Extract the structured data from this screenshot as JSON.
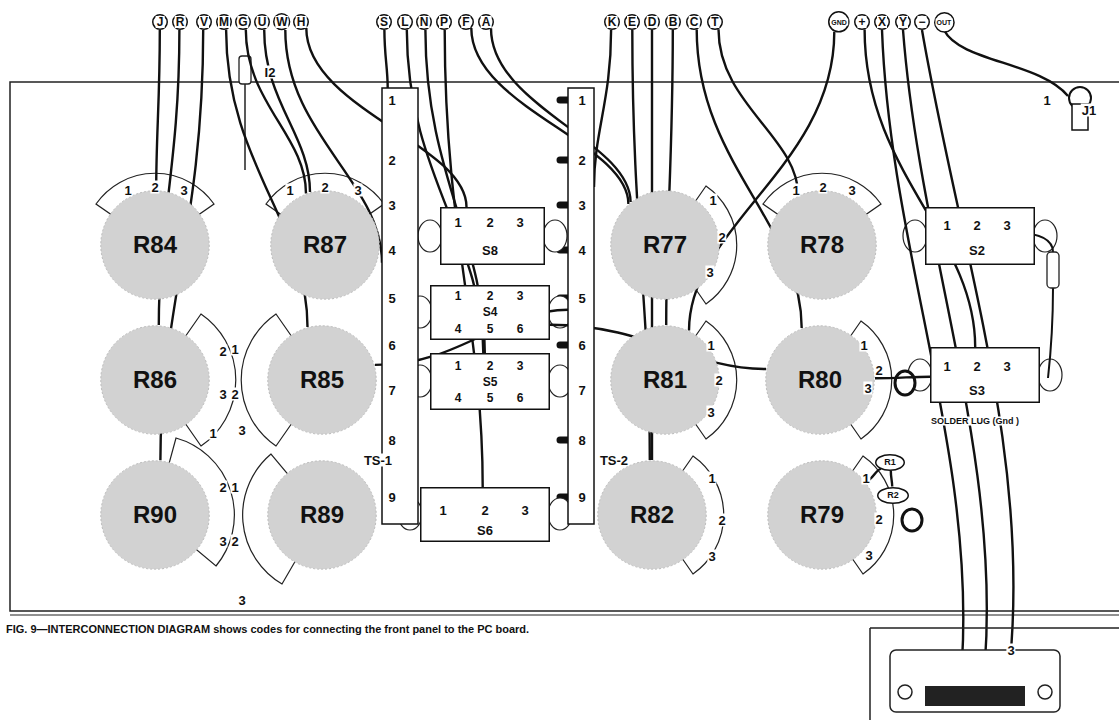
{
  "diagram": {
    "caption": "FIG. 9—INTERCONNECTION DIAGRAM shows codes for connecting the front panel to the PC board.",
    "nodes": [
      {
        "text": [
          "J"
        ]
      },
      {
        "text": [
          "R"
        ]
      },
      {
        "text": [
          "V"
        ]
      },
      {
        "text": [
          "M"
        ]
      },
      {
        "text": [
          "G"
        ]
      },
      {
        "text": [
          "U"
        ]
      },
      {
        "text": [
          "W"
        ]
      },
      {
        "text": [
          "H"
        ]
      },
      {
        "text": [
          "S"
        ]
      },
      {
        "text": [
          "L"
        ]
      },
      {
        "text": [
          "N"
        ]
      },
      {
        "text": [
          "P"
        ]
      },
      {
        "text": [
          "F"
        ]
      },
      {
        "text": [
          "A"
        ]
      },
      {
        "text": [
          "K"
        ]
      },
      {
        "text": [
          "E"
        ]
      },
      {
        "text": [
          "D"
        ]
      },
      {
        "text": [
          "B"
        ]
      },
      {
        "text": [
          "C"
        ]
      },
      {
        "text": [
          "T"
        ]
      },
      {
        "text": [
          "GND"
        ]
      },
      {
        "text": [
          "+"
        ]
      },
      {
        "text": [
          "X"
        ]
      },
      {
        "text": [
          "Y"
        ]
      },
      {
        "text": [
          "−"
        ]
      },
      {
        "text": [
          "OUT"
        ]
      },
      {
        "text": [
          "1",
          "2",
          "3",
          "4",
          "5",
          "6",
          "7",
          "8",
          "9",
          "TS-1"
        ]
      },
      {
        "text": [
          "1",
          "2",
          "3",
          "4",
          "5",
          "6",
          "7",
          "8",
          "9",
          "TS-2"
        ]
      },
      {
        "text": [
          "R84"
        ]
      },
      {
        "text": [
          "R87"
        ]
      },
      {
        "text": [
          "1",
          "2",
          "3",
          "S8"
        ]
      },
      {
        "text": [
          "R77"
        ]
      },
      {
        "text": [
          "R78"
        ]
      },
      {
        "text": [
          "1",
          "2",
          "3",
          "S2"
        ]
      },
      {
        "text": [
          "1",
          "2",
          "3",
          "S4",
          "4",
          "5",
          "6"
        ]
      },
      {
        "text": [
          "R86"
        ]
      },
      {
        "text": [
          "R85"
        ]
      },
      {
        "text": [
          "1",
          "2",
          "3",
          "S5",
          "4",
          "5",
          "6"
        ]
      },
      {
        "text": [
          "R81"
        ]
      },
      {
        "text": [
          "R80"
        ]
      },
      {
        "text": [
          "1",
          "2",
          "3",
          "S3"
        ]
      },
      {
        "text": [
          "R90"
        ]
      },
      {
        "text": [
          "R89"
        ]
      },
      {
        "text": [
          "1",
          "2",
          "3",
          "S6"
        ]
      },
      {
        "text": [
          "R82"
        ]
      },
      {
        "text": [
          "R79"
        ]
      },
      {
        "text": [
          "R1"
        ]
      },
      {
        "text": [
          "R2"
        ]
      }
    ],
    "edges": [
      {
        "from": 0,
        "to": 28,
        "arrow": "none"
      },
      {
        "from": 1,
        "to": 35,
        "arrow": "none"
      },
      {
        "from": 2,
        "to": 41,
        "arrow": "none"
      },
      {
        "from": 3,
        "to": 36,
        "arrow": "none"
      },
      {
        "from": 4,
        "to": 29,
        "arrow": "none"
      },
      {
        "from": 5,
        "to": 29,
        "arrow": "none"
      },
      {
        "from": 6,
        "to": 26,
        "arrow": "none"
      },
      {
        "from": 7,
        "to": 30,
        "arrow": "none"
      },
      {
        "from": 8,
        "to": 26,
        "arrow": "none"
      },
      {
        "from": 9,
        "to": 37,
        "arrow": "none"
      },
      {
        "from": 10,
        "to": 37,
        "arrow": "none"
      },
      {
        "from": 11,
        "to": 43,
        "arrow": "none"
      },
      {
        "from": 12,
        "to": 31,
        "arrow": "none"
      },
      {
        "from": 13,
        "to": 31,
        "arrow": "none"
      },
      {
        "from": 14,
        "to": 27,
        "arrow": "none"
      },
      {
        "from": 15,
        "to": 44,
        "arrow": "none"
      },
      {
        "from": 16,
        "to": 44,
        "arrow": "none"
      },
      {
        "from": 17,
        "to": 38,
        "arrow": "none"
      },
      {
        "from": 18,
        "to": 39,
        "arrow": "none"
      },
      {
        "from": 19,
        "to": 32,
        "arrow": "none"
      },
      {
        "from": 20,
        "to": 38,
        "arrow": "none"
      },
      {
        "from": 21,
        "to": 40,
        "arrow": "none"
      },
      {
        "from": 36,
        "to": 27,
        "arrow": "none"
      },
      {
        "from": 34,
        "to": 39,
        "arrow": "none"
      },
      {
        "from": 39,
        "to": 40,
        "arrow": "none"
      },
      {
        "from": 45,
        "to": 46,
        "arrow": "none"
      },
      {
        "from": 46,
        "to": 47,
        "arrow": "none"
      }
    ],
    "labels": [
      "1",
      "2",
      "3",
      "1",
      "2",
      "3",
      "I2",
      "1",
      "2",
      "3",
      "1",
      "2",
      "3",
      "2",
      "1",
      "3",
      "2",
      "3",
      "1",
      "2",
      "3",
      "1",
      "2",
      "3",
      "1",
      "2",
      "1",
      "3",
      "2",
      "3",
      "1",
      "2",
      "3",
      "1",
      "2",
      "3",
      "J1",
      "1",
      "SOLDER LUG (Gnd )",
      "3"
    ]
  }
}
